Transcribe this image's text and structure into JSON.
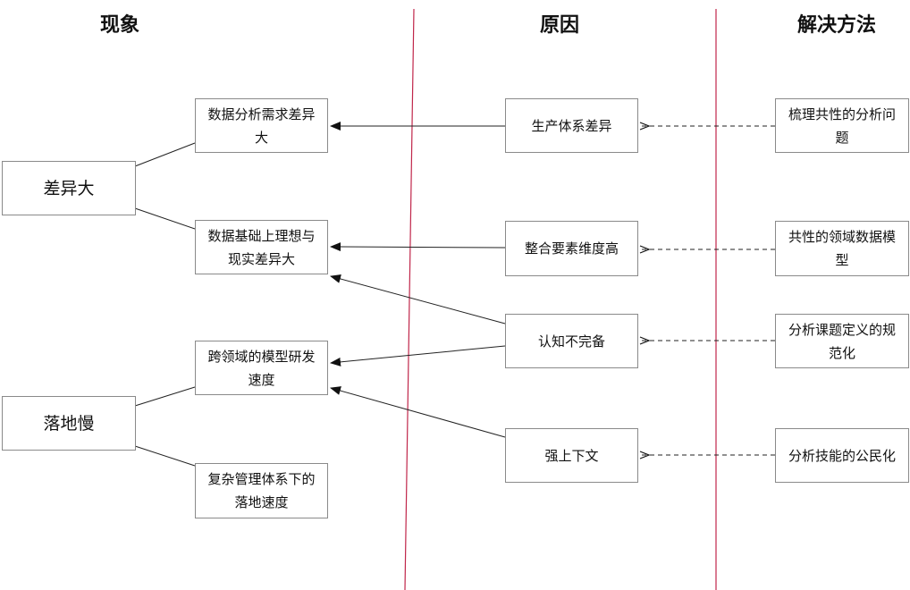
{
  "headings": {
    "phenomenon": "现象",
    "cause": "原因",
    "solution": "解决方法"
  },
  "phenomena": {
    "big_difference": "差异大",
    "slow_landing": "落地慢"
  },
  "symptoms": {
    "analysis_demand": "数据分析需求差异大",
    "data_foundation": "数据基础上理想与现实差异大",
    "cross_domain": "跨领域的模型研发速度",
    "complex_mgmt": "复杂管理体系下的落地速度"
  },
  "causes": {
    "production_system": "生产体系差异",
    "integration_dim": "整合要素维度高",
    "cognition": "认知不完备",
    "context": "强上下文"
  },
  "solutions": {
    "common_analysis": "梳理共性的分析问题",
    "domain_model": "共性的领域数据模型",
    "normalize_topics": "分析课题定义的规范化",
    "democratize_skills": "分析技能的公民化"
  },
  "colors": {
    "divider": "#c0264a",
    "box_border": "#8a8a8a",
    "line": "#222222"
  }
}
